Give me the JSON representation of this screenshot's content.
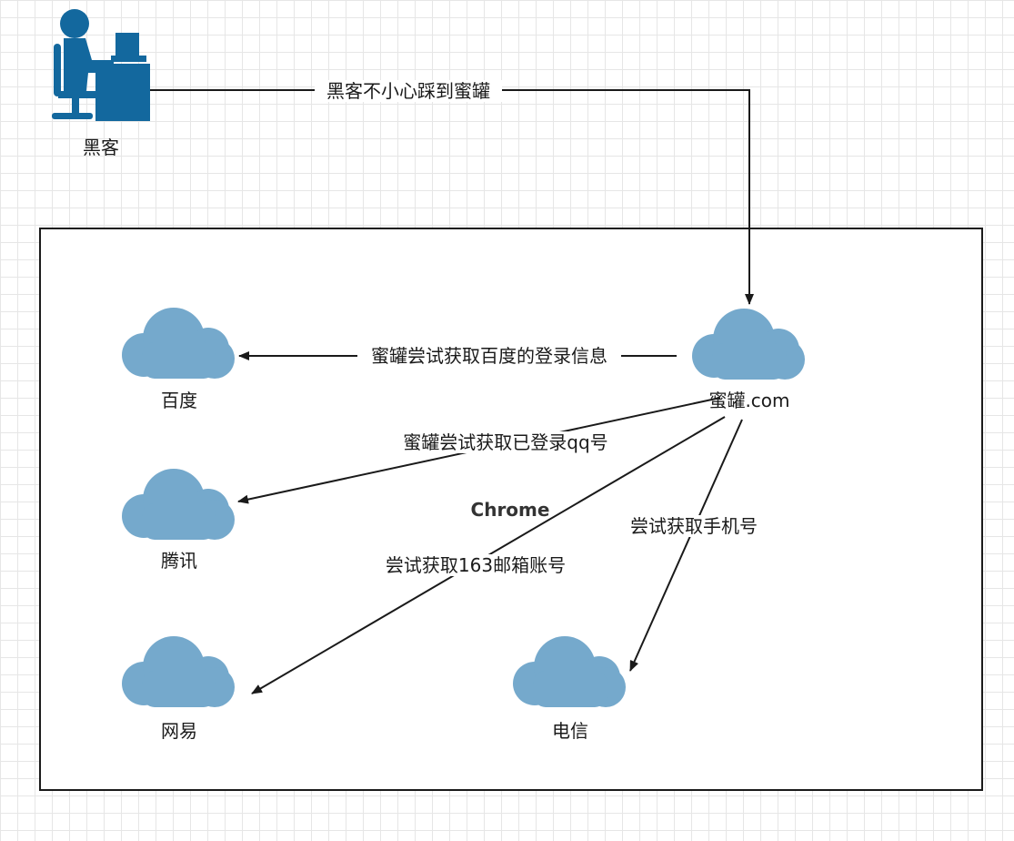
{
  "nodes": {
    "hacker": {
      "label": "黑客",
      "icon": "hacker-at-computer-icon"
    },
    "honeypot": {
      "label": "蜜罐.com",
      "icon": "cloud-icon"
    },
    "baidu": {
      "label": "百度",
      "icon": "cloud-icon"
    },
    "tencent": {
      "label": "腾讯",
      "icon": "cloud-icon"
    },
    "netease": {
      "label": "网易",
      "icon": "cloud-icon"
    },
    "telecom": {
      "label": "电信",
      "icon": "cloud-icon"
    }
  },
  "edges": {
    "hacker_to_honeypot": "黑客不小心踩到蜜罐",
    "honeypot_to_baidu": "蜜罐尝试获取百度的登录信息",
    "honeypot_to_tencent": "蜜罐尝试获取已登录qq号",
    "honeypot_to_netease": "尝试获取163邮箱账号",
    "honeypot_to_telecom": "尝试获取手机号"
  },
  "annotations": {
    "browser": "Chrome"
  },
  "colors": {
    "cloud": "#75a9cc",
    "person": "#13689e",
    "line": "#1a1a1a",
    "grid": "#e6e6e6"
  }
}
